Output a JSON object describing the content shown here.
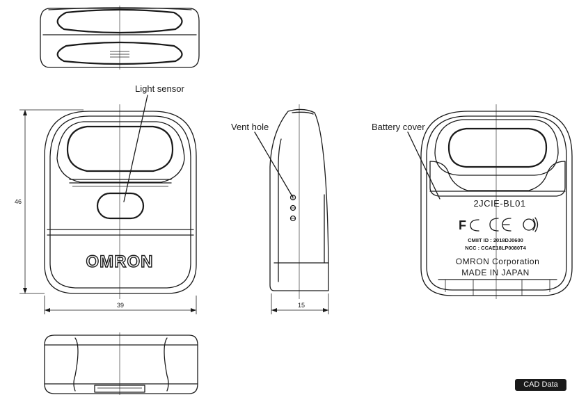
{
  "callouts": {
    "light_sensor": "Light sensor",
    "vent_hole": "Vent hole",
    "battery_cover": "Battery cover"
  },
  "dimensions": {
    "height": "46",
    "width": "39",
    "depth": "15"
  },
  "front": {
    "brand": "OMRON"
  },
  "rear_label": {
    "model": "2JCIE-BL01",
    "cmiit": "CMIIT ID : 2018DJ0600",
    "ncc": "NCC : CCAE18LP0080T4",
    "maker": "OMRON Corporation",
    "origin": "MADE IN JAPAN",
    "cert_marks": [
      "FC",
      "CE",
      "bluetooth-cert-icon"
    ]
  },
  "cad_button": {
    "label": "CAD Data"
  }
}
